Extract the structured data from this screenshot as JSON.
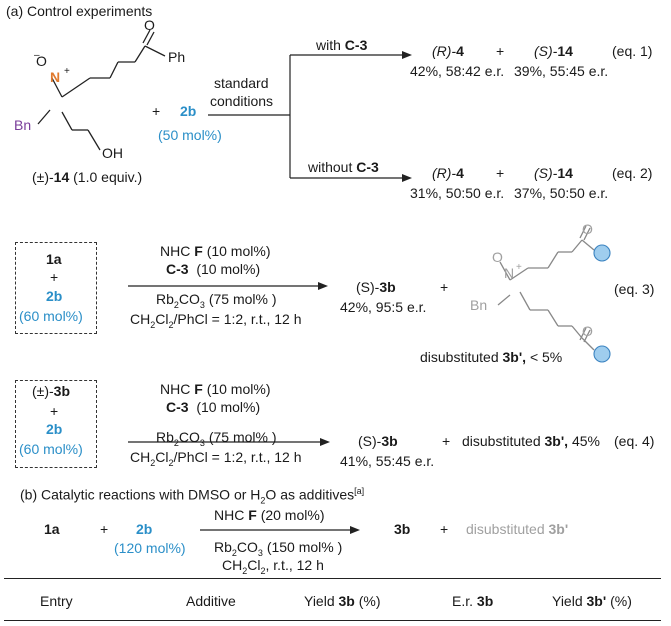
{
  "section_a": {
    "title": "(a) Control experiments",
    "reactant_left": {
      "prefix": "(±)-",
      "name": "14",
      "equiv": "(1.0 equiv.)"
    },
    "atoms": {
      "O_minus": "O",
      "N_plus": "N",
      "Bn": "Bn",
      "OH": "OH",
      "Ph": "Ph",
      "O": "O"
    },
    "plus": "+",
    "reagent": {
      "name": "2b",
      "amount": "(50 mol%)"
    },
    "conditions": [
      "standard",
      "conditions"
    ],
    "eq1": {
      "above": "with",
      "cat": "C-3",
      "p1_cfg": "(R)-",
      "p1": "4",
      "p2_cfg": "(S)-",
      "p2": "14",
      "p1_yield": "42%, 58:42 e.r.",
      "p2_yield": "39%, 55:45 e.r.",
      "label": "(eq. 1)"
    },
    "eq2": {
      "above": "without",
      "cat": "C-3",
      "p1_cfg": "(R)-",
      "p1": "4",
      "p2_cfg": "(S)-",
      "p2": "14",
      "p1_yield": "31%, 50:50 e.r.",
      "p2_yield": "37%, 50:50 e.r.",
      "label": "(eq. 2)"
    }
  },
  "eq3": {
    "box": [
      "1a",
      "+",
      "2b",
      "(60 mol%)"
    ],
    "cond1": "NHC",
    "cond1_b": "F",
    "cond1_amt": "(10 mol%)",
    "cond2": "C-3",
    "cond2_amt": "(10 mol%)",
    "cond3": "Rb2CO3 (75 mol% )",
    "cond4": "CH2Cl2/PhCl = 1:2, r.t., 12 h",
    "product_cfg": "(S)-",
    "product": "3b",
    "product_yield": "42%, 95:5 e.r.",
    "side": "disubstituted",
    "side_name": "3b',",
    "side_yield": "< 5%",
    "label": "(eq. 3)"
  },
  "eq4": {
    "box": [
      "(±)-",
      "3b",
      "+",
      "2b",
      "(60 mol%)"
    ],
    "cond1": "NHC",
    "cond1_b": "F",
    "cond1_amt": "(10 mol%)",
    "cond2": "C-3",
    "cond2_amt": "(10 mol%)",
    "cond3": "Rb2CO3 (75 mol% )",
    "cond4": "CH2Cl2/PhCl = 1:2, r.t., 12 h",
    "product_cfg": "(S)-",
    "product": "3b",
    "product_yield": "41%, 55:45 e.r.",
    "side": "disubstituted",
    "side_name": "3b',",
    "side_yield": "45%",
    "label": "(eq. 4)"
  },
  "section_b": {
    "title": "(b) Catalytic reactions with DMSO or H2O as additives",
    "title_sup": "[a]",
    "r1": "1a",
    "plus": "+",
    "r2": "2b",
    "r2_amt": "(120 mol%)",
    "cond1": "NHC",
    "cond1_b": "F",
    "cond1_amt": "(20 mol%)",
    "cond2": "Rb2CO3 (150 mol% )",
    "cond3": "CH2Cl2, r.t., 12 h",
    "p1": "3b",
    "p2_pre": "disubstituted",
    "p2": "3b'",
    "headers": [
      "Entry",
      "Additive",
      "Yield",
      "3b",
      "(%)",
      "E.r.",
      "3b",
      "Yield",
      "3b'",
      "(%)"
    ]
  }
}
